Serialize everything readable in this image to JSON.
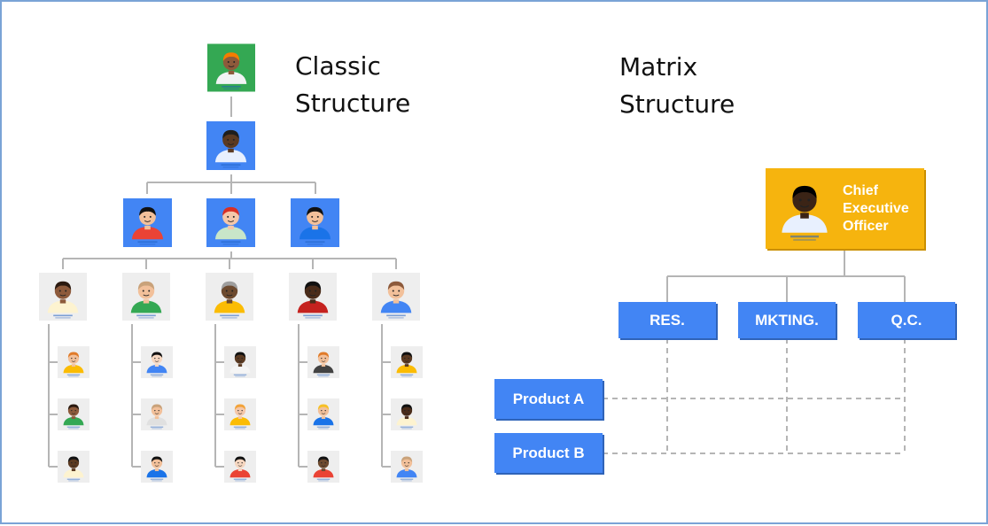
{
  "classic": {
    "title": "Classic\nStructure",
    "top_card": {
      "icon": "executive-avatar-icon",
      "bg": "#34a853",
      "skin": "#8d5a3b",
      "hair": "#f57c00",
      "shirt": "#f1f3f4"
    },
    "second_card": {
      "icon": "manager-avatar-icon",
      "bg": "#4285f4",
      "skin": "#5b3a22",
      "hair": "#1e1e1e",
      "shirt": "#e8f0fe"
    },
    "managers": [
      {
        "icon": "manager-avatar-icon",
        "skin": "#f2c09a",
        "hair": "#111111",
        "shirt": "#ea4335"
      },
      {
        "icon": "manager-avatar-icon",
        "skin": "#f5c7a9",
        "hair": "#d93025",
        "shirt": "#c8e6c9"
      },
      {
        "icon": "manager-avatar-icon",
        "skin": "#f2c09a",
        "hair": "#111111",
        "shirt": "#1a73e8"
      }
    ],
    "leads": [
      {
        "icon": "team-lead-avatar-icon",
        "skin": "#8d5a3b",
        "hair": "#2b1a10",
        "shirt": "#fdf3d0"
      },
      {
        "icon": "team-lead-avatar-icon",
        "skin": "#f2c09a",
        "hair": "#c9a27a",
        "shirt": "#34a853"
      },
      {
        "icon": "team-lead-avatar-icon",
        "skin": "#6d4a2f",
        "hair": "#9e9e9e",
        "shirt": "#fbbc04"
      },
      {
        "icon": "team-lead-avatar-icon",
        "skin": "#4a2c1a",
        "hair": "#111111",
        "shirt": "#c5221f"
      },
      {
        "icon": "team-lead-avatar-icon",
        "skin": "#f2c09a",
        "hair": "#8d5a3b",
        "shirt": "#4285f4"
      }
    ],
    "staff": [
      [
        {
          "icon": "staff-avatar-icon",
          "skin": "#f2c09a",
          "hair": "#e07b2a",
          "shirt": "#fbbc04"
        },
        {
          "icon": "staff-avatar-icon",
          "skin": "#8d5a3b",
          "hair": "#2b1a10",
          "shirt": "#34a853"
        },
        {
          "icon": "staff-avatar-icon",
          "skin": "#5b3a22",
          "hair": "#111111",
          "shirt": "#fdf3d0"
        }
      ],
      [
        {
          "icon": "staff-avatar-icon",
          "skin": "#f5d6c0",
          "hair": "#111111",
          "shirt": "#4285f4"
        },
        {
          "icon": "staff-avatar-icon",
          "skin": "#f2c09a",
          "hair": "#c9a27a",
          "shirt": "#e0e0e0"
        },
        {
          "icon": "staff-avatar-icon",
          "skin": "#f2c09a",
          "hair": "#111111",
          "shirt": "#1a73e8"
        }
      ],
      [
        {
          "icon": "staff-avatar-icon",
          "skin": "#5b3a22",
          "hair": "#111111",
          "shirt": "#f5f5f5"
        },
        {
          "icon": "staff-avatar-icon",
          "skin": "#f5c7a9",
          "hair": "#f2a33a",
          "shirt": "#fbbc04"
        },
        {
          "icon": "staff-avatar-icon",
          "skin": "#f5d6c0",
          "hair": "#111111",
          "shirt": "#ea4335"
        }
      ],
      [
        {
          "icon": "staff-avatar-icon",
          "skin": "#f2c09a",
          "hair": "#e07b2a",
          "shirt": "#424242"
        },
        {
          "icon": "staff-avatar-icon",
          "skin": "#f2c09a",
          "hair": "#f6c026",
          "shirt": "#1a73e8"
        },
        {
          "icon": "staff-avatar-icon",
          "skin": "#6d4a2f",
          "hair": "#111111",
          "shirt": "#ea4335"
        }
      ],
      [
        {
          "icon": "staff-avatar-icon",
          "skin": "#5b3a22",
          "hair": "#111111",
          "shirt": "#fbbc04"
        },
        {
          "icon": "staff-avatar-icon",
          "skin": "#4a2c1a",
          "hair": "#111111",
          "shirt": "#fdf3d0"
        },
        {
          "icon": "staff-avatar-icon",
          "skin": "#f2c09a",
          "hair": "#c9a27a",
          "shirt": "#4285f4"
        }
      ]
    ]
  },
  "matrix": {
    "title": "Matrix\nStructure",
    "ceo": {
      "label": "Chief\nExecutive\nOfficer",
      "icon": "ceo-avatar-icon",
      "bg": "#f6b40e",
      "skin": "#3b2416",
      "shirt": "#e8f0fe"
    },
    "departments": [
      "RES.",
      "MKTING.",
      "Q.C."
    ],
    "products": [
      "Product A",
      "Product B"
    ]
  },
  "colors": {
    "blue": "#4285f4",
    "line": "#b5b5b5",
    "card_bg": "#eeeeee",
    "yellow": "#f6b40e",
    "green": "#34a853"
  }
}
